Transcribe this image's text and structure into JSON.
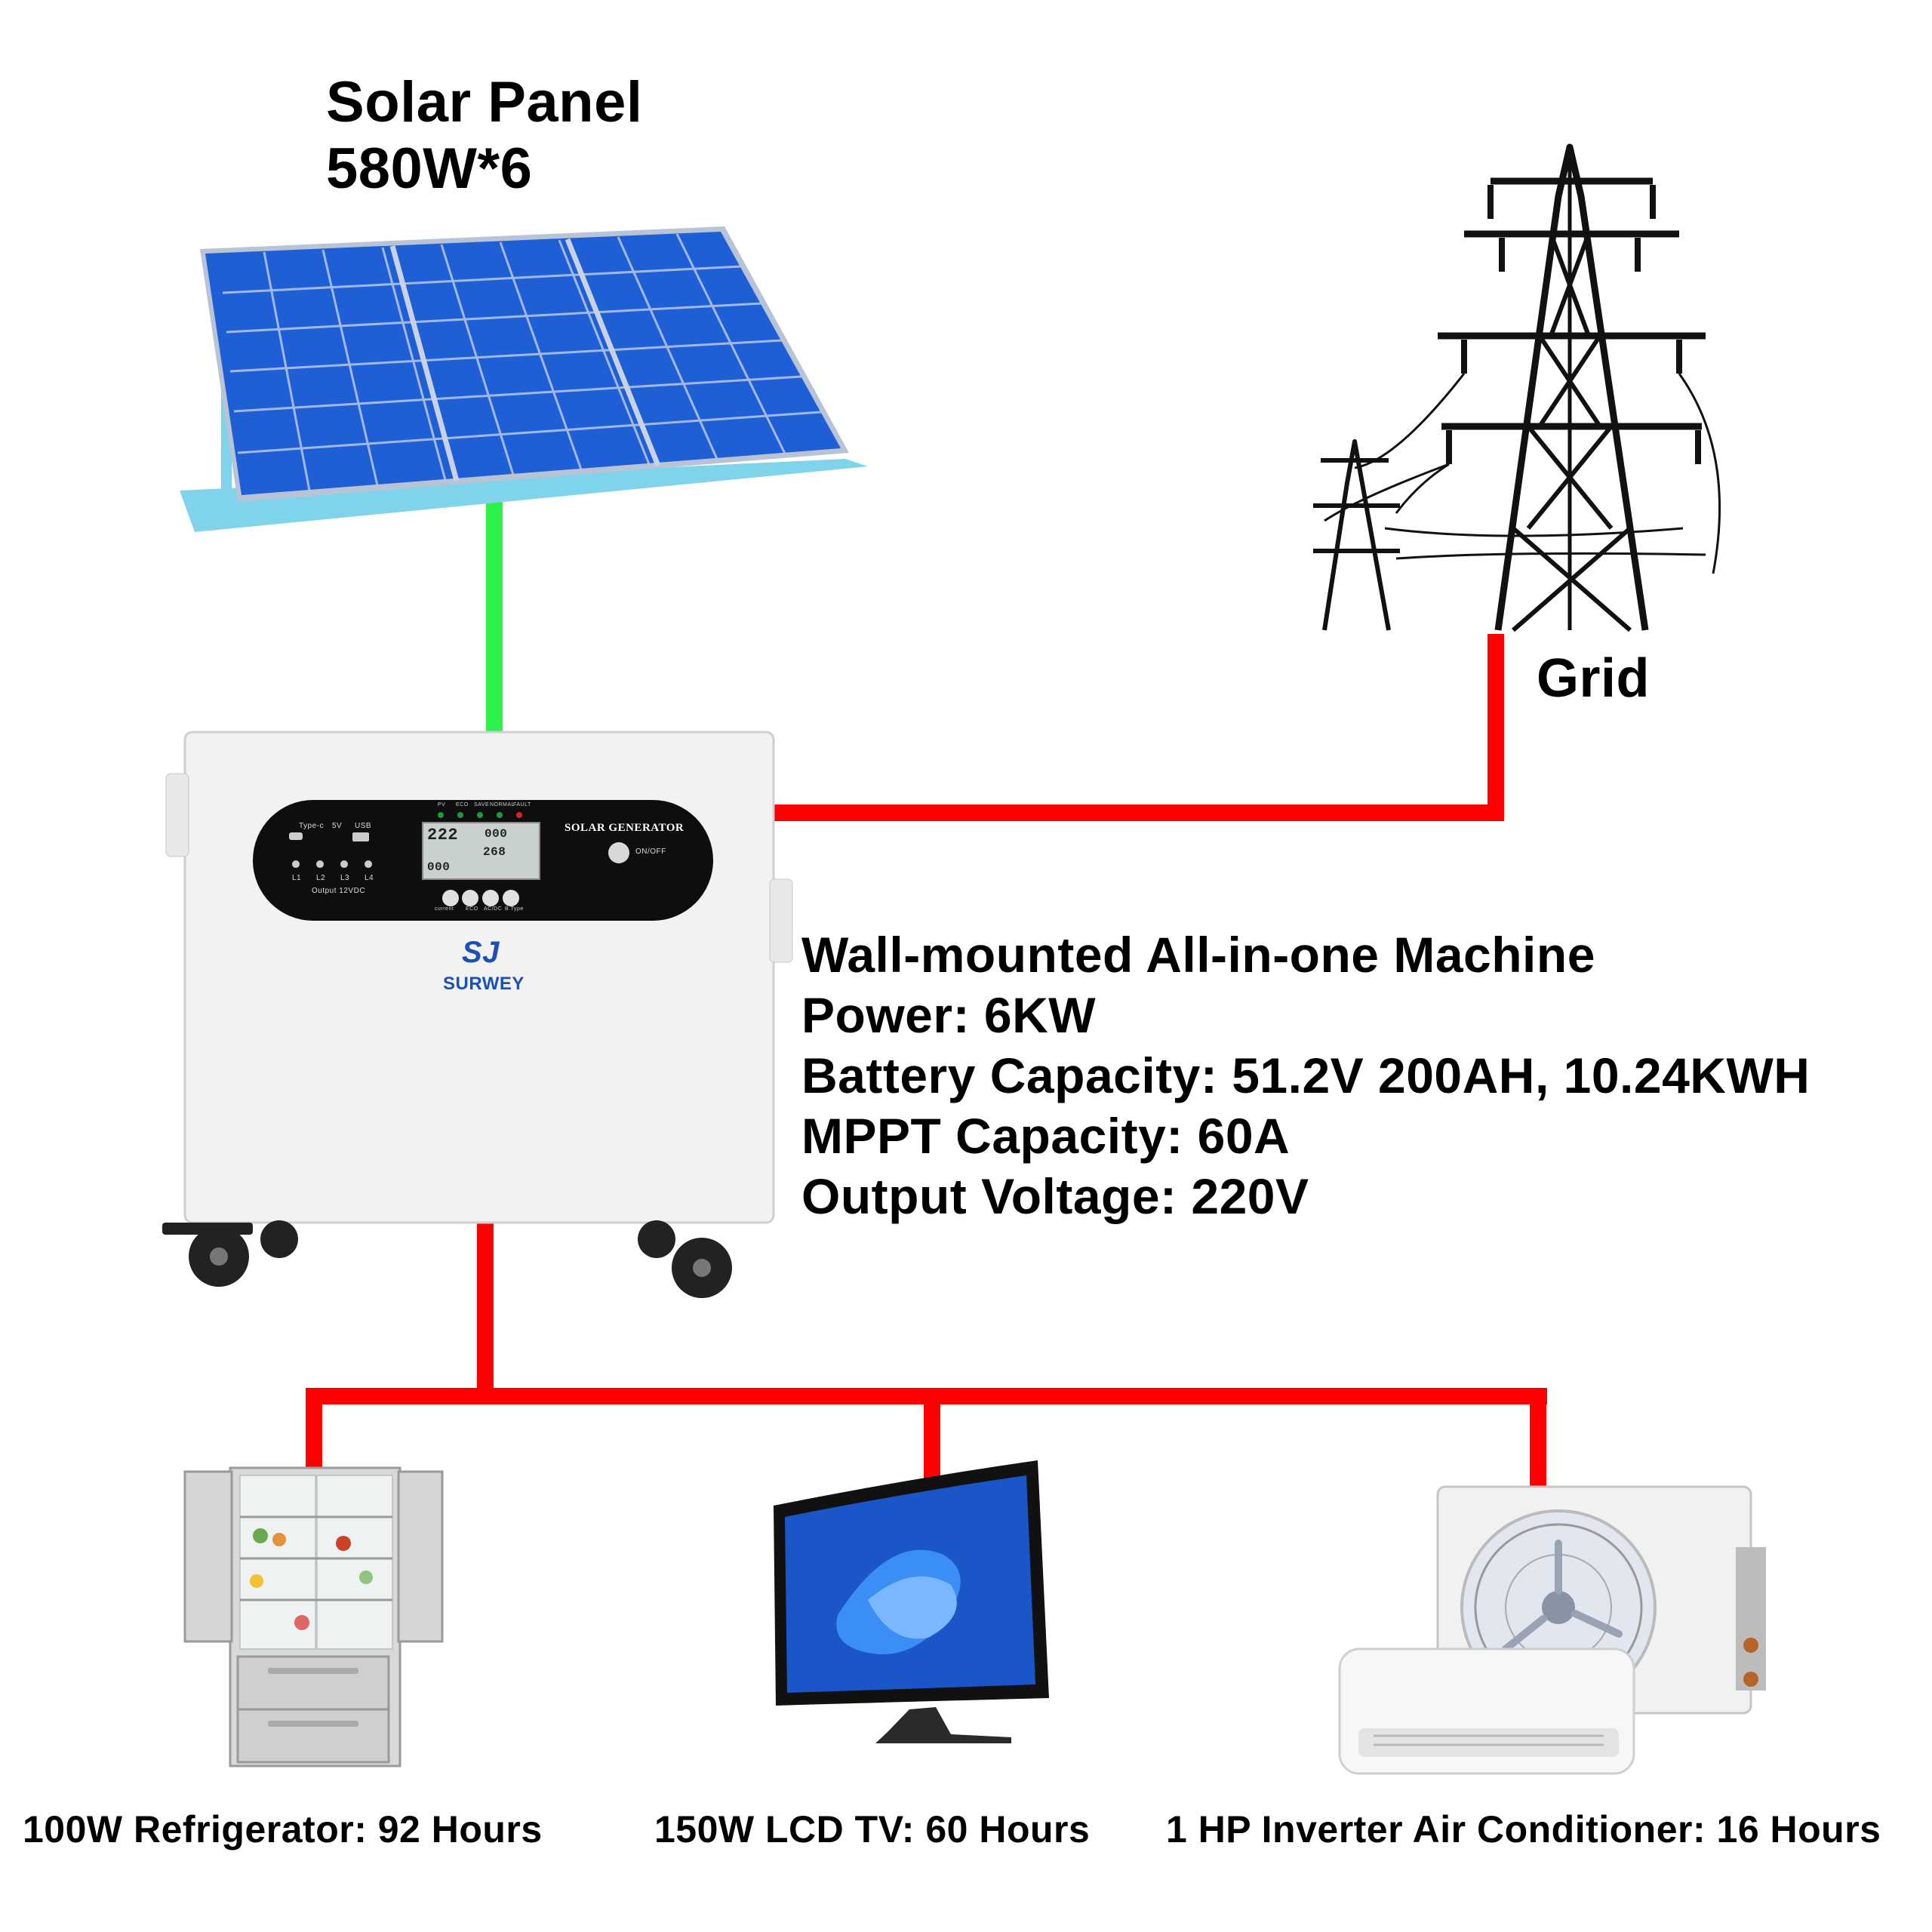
{
  "solar": {
    "title": "Solar Panel",
    "spec": "580W*6"
  },
  "grid": {
    "label": "Grid"
  },
  "machine": {
    "brand": "SURWEY",
    "brand_mark": "SJ",
    "panel_title": "SOLAR GENERATOR",
    "power_button_label": "ON/OFF",
    "ports": [
      "Type-c",
      "5V",
      "USB"
    ],
    "outputs": [
      "L1",
      "L2",
      "L3",
      "L4"
    ],
    "output_label": "Output 12VDC",
    "indicators": [
      "PV",
      "ECO",
      "SAVE",
      "NORMAL",
      "FAULT"
    ],
    "buttons": [
      "current",
      "ECO",
      "AC/DC",
      "B.Type"
    ],
    "lcd": {
      "in_value": "222",
      "out_value": "000",
      "right_value": "268",
      "bottom_value": "000"
    }
  },
  "specs": [
    "Wall-mounted All-in-one Machine",
    "Power: 6KW",
    "Battery Capacity: 51.2V 200AH, 10.24KWH",
    "MPPT Capacity: 60A",
    "Output Voltage: 220V"
  ],
  "appliances": [
    {
      "label": "100W Refrigerator: 92 Hours"
    },
    {
      "label": "150W LCD TV: 60 Hours"
    },
    {
      "label": "1 HP Inverter Air Conditioner: 16 Hours"
    }
  ],
  "colors": {
    "dc_line": "#2ef04a",
    "ac_line": "#ff0000",
    "panel_blue": "#1f5fd6",
    "machine_body": "#f2f2f2"
  }
}
